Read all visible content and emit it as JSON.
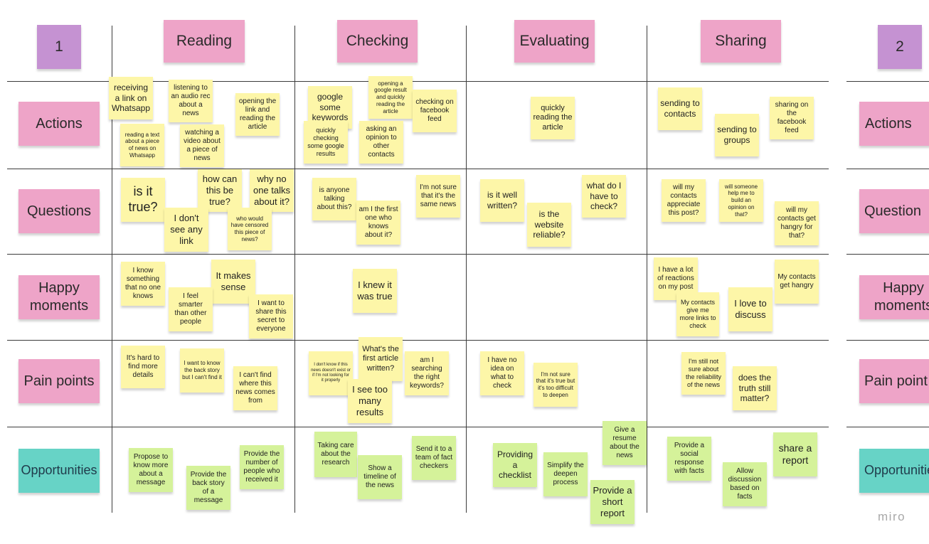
{
  "phase_numbers": {
    "left": "1",
    "right": "2"
  },
  "columns": [
    "Reading",
    "Checking",
    "Evaluating",
    "Sharing"
  ],
  "rows": [
    "Actions",
    "Questions",
    "Happy moments",
    "Pain points",
    "Opportunities"
  ],
  "right_rows": [
    "Actions",
    "Question",
    "Happy moments",
    "Pain point",
    "Opportunitie"
  ],
  "notes": {
    "actions": {
      "reading": [
        "receiving a link on Whatsapp",
        "listening to an audio rec about a news",
        "opening the link and reading the article",
        "reading a text about a piece of news on Whatsapp",
        "watching a video about a piece of news"
      ],
      "checking": [
        "google some keywords",
        "opening a google result and quickly reading the article",
        "checking on facebook feed",
        "quickly checking some google results",
        "asking an opinion to other contacts"
      ],
      "evaluating": [
        "quickly reading the article"
      ],
      "sharing": [
        "sending to contacts",
        "sending to groups",
        "sharing on the facebook feed"
      ]
    },
    "questions": {
      "reading": [
        "is it true?",
        "how can this be true?",
        "why no one talks about it?",
        "I don't see any link",
        "who would have censored this piece of news?"
      ],
      "checking": [
        "is anyone talking about this?",
        "I'm not sure that it's the same news",
        "am I the first one who knows about it?"
      ],
      "evaluating": [
        "is it well written?",
        "what do I have to check?",
        "is the website reliable?"
      ],
      "sharing": [
        "will my contacts appreciate this post?",
        "will someone help me to build an opinion on that?",
        "will my contacts get hangry for that?"
      ]
    },
    "happy": {
      "reading": [
        "I know something that no one knows",
        "It makes sense",
        "I feel smarter than other people",
        "I want to share this secret to everyone"
      ],
      "checking": [
        "I knew it was true"
      ],
      "sharing": [
        "I have a lot of reactions on my post",
        "My contacts get hangry",
        "My contacts give me more links to check",
        "I love to discuss"
      ]
    },
    "pain": {
      "reading": [
        "It's hard to find more details",
        "I want to know the back story but I can't find it",
        "I can't find where this news comes from"
      ],
      "checking": [
        "I don't know if this news doesn't exist or if I'm not looking for it properly",
        "What's the first article written?",
        "am I searching the right keywords?",
        "I see too many results"
      ],
      "evaluating": [
        "I have no idea on what to check",
        "I'm not sure that it's true but it's too difficult to deepen"
      ],
      "sharing": [
        "I'm still not sure about the reliability of the news",
        "does the truth still matter?"
      ]
    },
    "opps": {
      "reading": [
        "Propose to know more about a message",
        "Provide the number of people who received it",
        "Provide the back story of a message"
      ],
      "checking": [
        "Taking care about the research",
        "Send it to a team of fact checkers",
        "Show a timeline of the news"
      ],
      "evaluating": [
        "Providing a checklist",
        "Give a resume about the news",
        "Simplify the deepen process",
        "Provide a short report"
      ],
      "sharing": [
        "Provide a social response with facts",
        "share a report",
        "Allow discussion based on facts"
      ]
    }
  },
  "logo": "miro",
  "colors": {
    "yellow": "#fdf6a8",
    "green": "#d5f29a",
    "pink": "#eea4c8",
    "purple": "#c592d2",
    "teal": "#67d3c6"
  }
}
